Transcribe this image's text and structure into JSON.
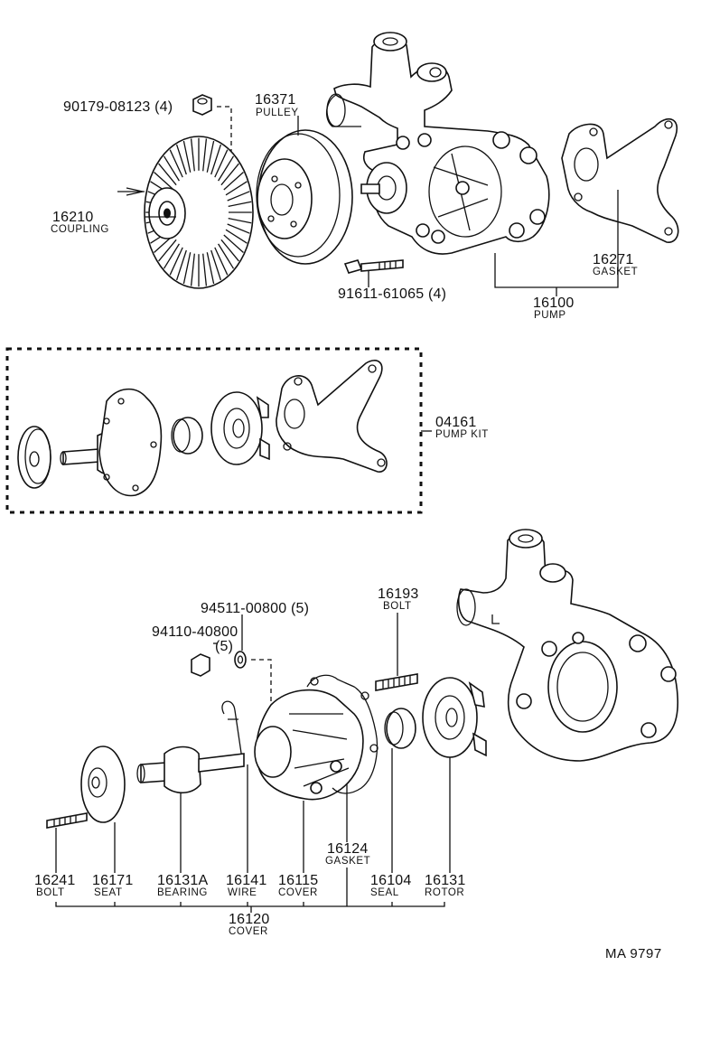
{
  "diagram": {
    "parts": {
      "nut_90179": {
        "number": "90179-08123 (4)"
      },
      "pulley": {
        "number": "16371",
        "name": "PULLEY"
      },
      "coupling": {
        "number": "16210",
        "name": "COUPLING"
      },
      "bolt_91611": {
        "number": "91611-61065 (4)"
      },
      "gasket_16271": {
        "number": "16271",
        "name": "GASKET"
      },
      "pump": {
        "number": "16100",
        "name": "PUMP"
      },
      "pump_kit": {
        "number": "04161",
        "name": "PUMP KIT"
      },
      "washer_94511": {
        "number": "94511-00800 (5)"
      },
      "nut_94110": {
        "number": "94110-40800",
        "qty": "(5)"
      },
      "stud_16193": {
        "number": "16193",
        "name": "BOLT"
      },
      "gasket_16124": {
        "number": "16124",
        "name": "GASKET"
      },
      "bolt_16241": {
        "number": "16241",
        "name": "BOLT"
      },
      "seat_16171": {
        "number": "16171",
        "name": "SEAT"
      },
      "bearing_16131a": {
        "number": "16131A",
        "name": "BEARING"
      },
      "wire_16141": {
        "number": "16141",
        "name": "WIRE"
      },
      "cover_16115": {
        "number": "16115",
        "name": "COVER"
      },
      "seal_16104": {
        "number": "16104",
        "name": "SEAL"
      },
      "rotor_16131": {
        "number": "16131",
        "name": "ROTOR"
      },
      "cover_16120": {
        "number": "16120",
        "name": "COVER"
      }
    },
    "reference": "MA  9797"
  }
}
